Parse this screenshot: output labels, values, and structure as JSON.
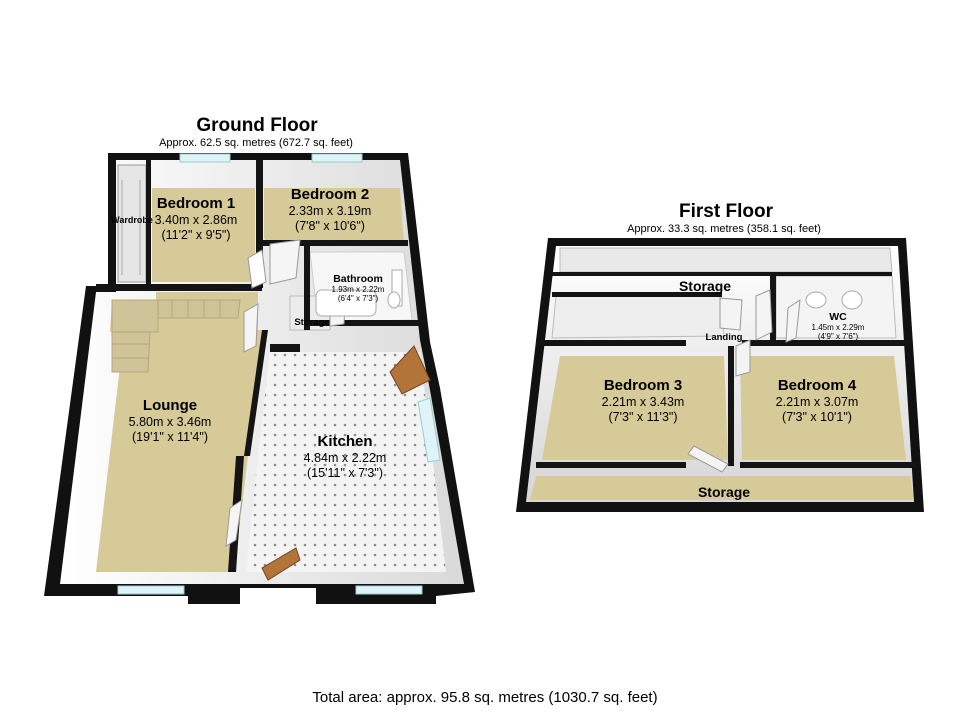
{
  "ground_floor": {
    "title": "Ground Floor",
    "area": "Approx. 62.5 sq. metres (672.7 sq. feet)",
    "rooms": {
      "bedroom1": {
        "name": "Bedroom 1",
        "metric": "3.40m x 2.86m",
        "imperial": "(11'2\" x 9'5\")"
      },
      "bedroom2": {
        "name": "Bedroom 2",
        "metric": "2.33m x 3.19m",
        "imperial": "(7'8\" x 10'6\")"
      },
      "bathroom": {
        "name": "Bathroom",
        "metric": "1.93m x 2.22m",
        "imperial": "(6'4\" x 7'3\")"
      },
      "lounge": {
        "name": "Lounge",
        "metric": "5.80m x 3.46m",
        "imperial": "(19'1\" x 11'4\")"
      },
      "kitchen": {
        "name": "Kitchen",
        "metric": "4.84m x 2.22m",
        "imperial": "(15'11\" x 7'3\")"
      },
      "wardrobe": {
        "name": "Wardrobe"
      },
      "storage": {
        "name": "Storage"
      }
    }
  },
  "first_floor": {
    "title": "First Floor",
    "area": "Approx. 33.3 sq. metres (358.1 sq. feet)",
    "rooms": {
      "storage_top": {
        "name": "Storage"
      },
      "landing": {
        "name": "Landing"
      },
      "wc": {
        "name": "WC",
        "metric": "1.45m x 2.29m",
        "imperial": "(4'9\" x 7'6\")"
      },
      "bedroom3": {
        "name": "Bedroom 3",
        "metric": "2.21m x 3.43m",
        "imperial": "(7'3\" x 11'3\")"
      },
      "bedroom4": {
        "name": "Bedroom 4",
        "metric": "2.21m x 3.07m",
        "imperial": "(7'3\" x 10'1\")"
      },
      "storage_bottom": {
        "name": "Storage"
      }
    }
  },
  "total_area": "Total area: approx. 95.8 sq. metres (1030.7 sq. feet)",
  "colors": {
    "wall": "#111111",
    "carpet": "#d8cc9a",
    "kitchen_floor": "#f2f2f2",
    "interior_wall": "#e8e8e8",
    "door": "#b2743a",
    "window": "#d8f2f8"
  }
}
